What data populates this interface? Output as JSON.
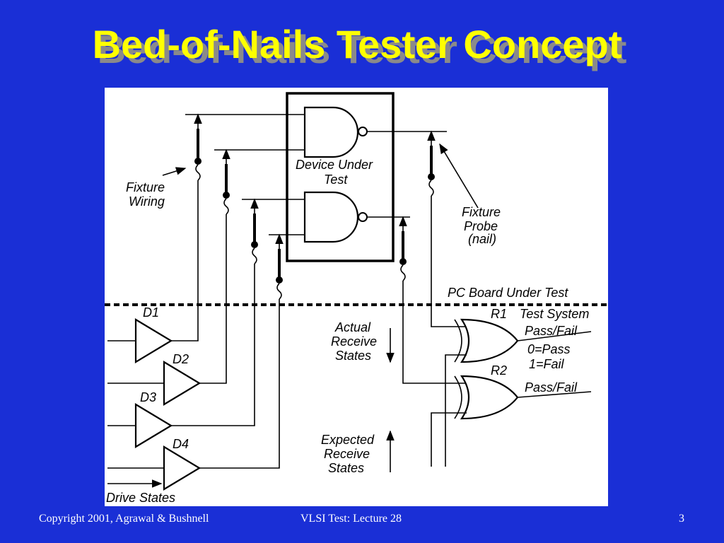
{
  "slide": {
    "title": "Bed-of-Nails Tester Concept",
    "background_color": "#1a2fd6",
    "title_color": "#ffff00"
  },
  "diagram": {
    "labels": {
      "device_under_test_line1": "Device Under",
      "device_under_test_line2": "Test",
      "fixture_wiring_line1": "Fixture",
      "fixture_wiring_line2": "Wiring",
      "fixture_probe_line1": "Fixture",
      "fixture_probe_line2": "Probe",
      "fixture_probe_line3": "(nail)",
      "pc_board": "PC Board Under Test",
      "r1": "R1",
      "test_system": "Test System",
      "r2": "R2",
      "d1": "D1",
      "d2": "D2",
      "d3": "D3",
      "d4": "D4",
      "actual_line1": "Actual",
      "actual_line2": "Receive",
      "actual_line3": "States",
      "expected_line1": "Expected",
      "expected_line2": "Receive",
      "expected_line3": "States",
      "pass_fail_1": "Pass/Fail",
      "pass_value": "0=Pass",
      "fail_value": "1=Fail",
      "pass_fail_2": "Pass/Fail",
      "drive_states": "Drive States"
    }
  },
  "footer": {
    "copyright": "Copyright 2001, Agrawal & Bushnell",
    "course": "VLSI Test: Lecture 28",
    "page_number": "3"
  }
}
